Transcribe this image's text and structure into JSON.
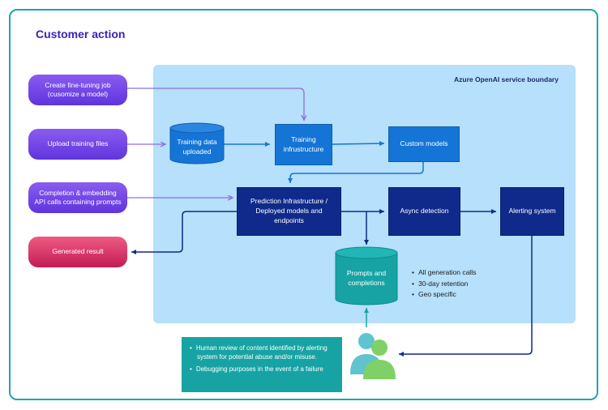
{
  "title": "Customer action",
  "boundary_label": "Azure OpenAI service boundary",
  "customer_actions": [
    {
      "label": "Create fine-tuning job\n(cusomize a model)"
    },
    {
      "label": "Upload training files"
    },
    {
      "label": "Completion & embedding\nAPI calls containing prompts"
    }
  ],
  "generated_result": "Generated result",
  "training_data": "Training data\nuploaded",
  "training_infra": "Training\ninfrustructure",
  "custom_models": "Custom models",
  "prediction_infra": "Prediction Infrastructure /\nDeployed models and\nendpoints",
  "async_detection": "Async detection",
  "alerting_system": "Alerting system",
  "prompts_store": "Prompts and\ncompletions",
  "storage_notes": [
    "All generation calls",
    "30-day retention",
    "Geo specific"
  ],
  "review_notes": [
    "Human review of content identified by alerting system for potential abuse and/or misuse.",
    "Debugging purposes in the event of a failure"
  ],
  "colors": {
    "accent": "#3b22b9",
    "teal": "#17a3a4",
    "boundary": "#b6e0fb",
    "purple": "#6a3de6",
    "navy": "#0f2a8a",
    "blue": "#1575d6",
    "red": "#d3336a"
  }
}
